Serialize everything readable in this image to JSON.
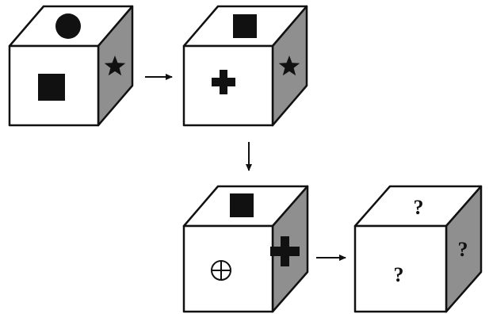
{
  "colors": {
    "side_face": "#8f8f8f",
    "outline": "#111111",
    "symbol": "#111111",
    "face": "#ffffff"
  },
  "cubes": [
    {
      "id": "cube-1",
      "top": "circle-icon",
      "front": "square-icon",
      "side": "star-icon"
    },
    {
      "id": "cube-2",
      "top": "square-icon",
      "front": "cross-icon",
      "side": "star-icon"
    },
    {
      "id": "cube-3",
      "top": "square-icon",
      "front": "crosshair-circle-icon",
      "side": "cross-icon"
    },
    {
      "id": "cube-4",
      "top_label": "?",
      "front_label": "?",
      "side_label": "?"
    }
  ],
  "arrows": [
    {
      "name": "arrow-right-1",
      "direction": "right"
    },
    {
      "name": "arrow-down",
      "direction": "down"
    },
    {
      "name": "arrow-right-2",
      "direction": "right"
    }
  ]
}
